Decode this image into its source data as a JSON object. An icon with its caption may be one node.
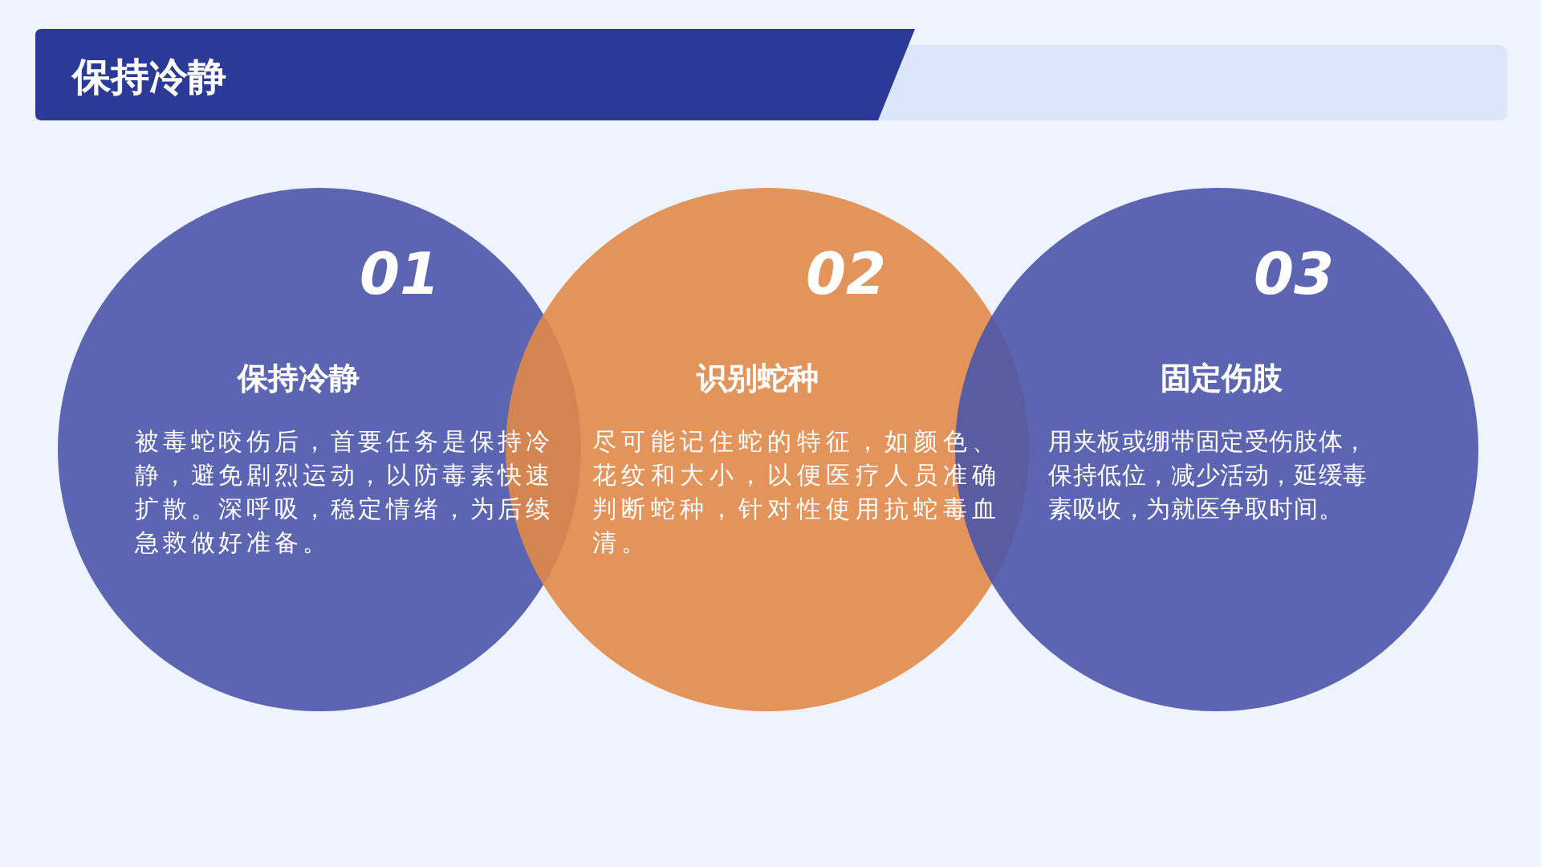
{
  "diagram": {
    "title": "保持冷静",
    "nodes": [
      {
        "text": [
          "01",
          "保持冷静",
          "被毒蛇咬伤后，首要任务是保持冷静，避免剧烈运动，以防毒素快速扩散。深呼吸，稳定情绪，为后续急救做好准备。"
        ]
      },
      {
        "text": [
          "02",
          "识别蛇种",
          "尽可能记住蛇的特征，如颜色、花纹和大小，以便医疗人员准确判断蛇种，针对性使用抗蛇毒血清。"
        ]
      },
      {
        "text": [
          "03",
          "固定伤肢",
          "用夹板或绷带固定受伤肢体，保持低位，减少活动，延缓毒素吸收，为就医争取时间。"
        ]
      }
    ]
  }
}
